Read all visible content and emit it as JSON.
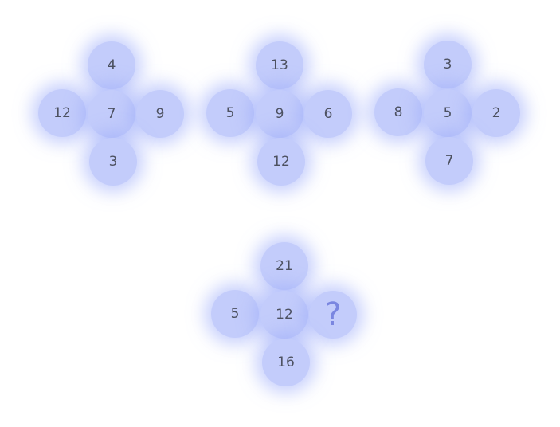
{
  "puzzles": [
    {
      "top": "4",
      "left": "12",
      "center": "7",
      "right": "9",
      "bottom": "3"
    },
    {
      "top": "13",
      "left": "5",
      "center": "9",
      "right": "6",
      "bottom": "12"
    },
    {
      "top": "3",
      "left": "8",
      "center": "5",
      "right": "2",
      "bottom": "7"
    },
    {
      "top": "21",
      "left": "5",
      "center": "12",
      "right": "?",
      "bottom": "16"
    }
  ],
  "colors": {
    "circle_fill": "#c3ccfb",
    "glow": "#96a5fa",
    "number_text": "#4d5160",
    "question_mark": "#7a86e0"
  }
}
